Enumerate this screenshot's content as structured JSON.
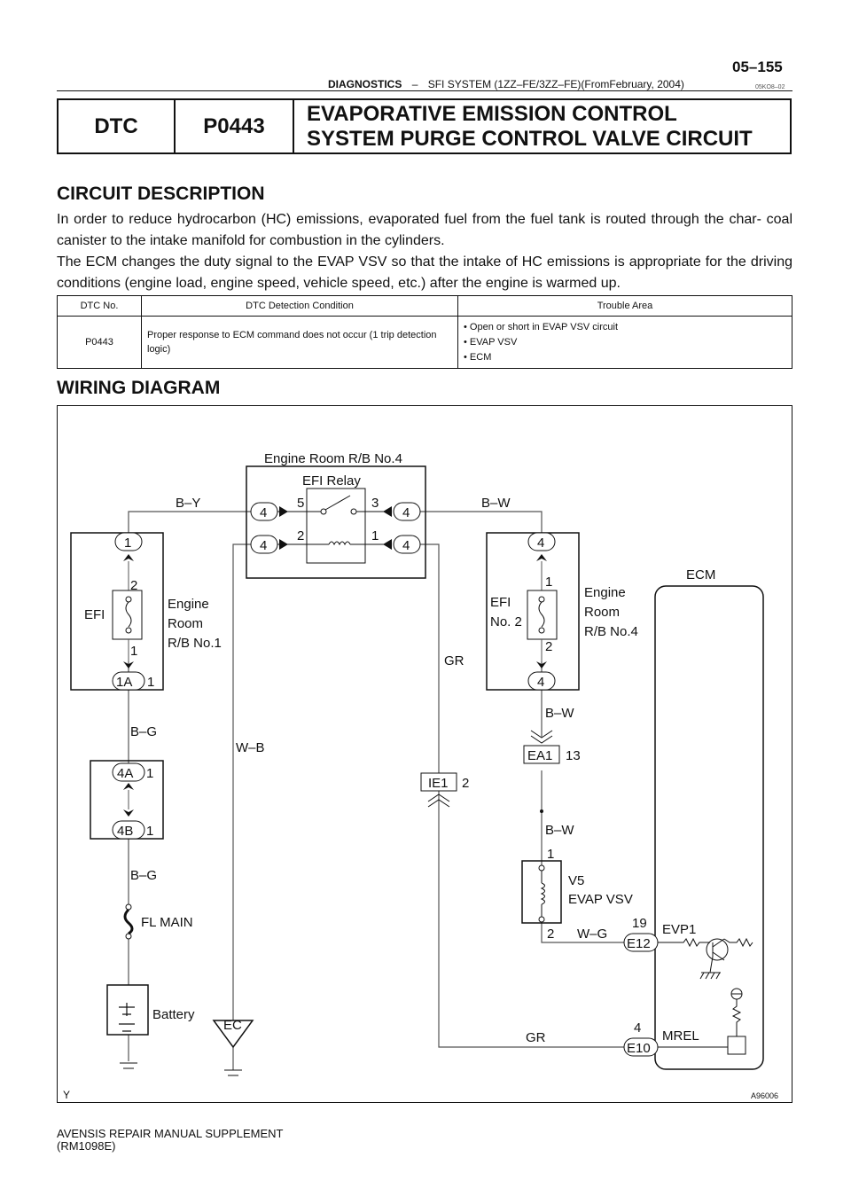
{
  "header": {
    "section": "DIAGNOSTICS",
    "dash": "–",
    "subtitle": "SFI SYSTEM (1ZZ–FE/3ZZ–FE)(FromFebruary, 2004)",
    "page_number": "05–155",
    "code": "05KO8–02"
  },
  "title": {
    "dtc_label": "DTC",
    "dtc_code": "P0443",
    "line1": "EVAPORATIVE EMISSION CONTROL",
    "line2": "SYSTEM PURGE CONTROL VALVE CIRCUIT"
  },
  "circuit_description": {
    "heading": "CIRCUIT DESCRIPTION",
    "paragraph1": "In order to reduce hydrocarbon (HC) emissions, evaporated fuel from the fuel tank is routed through the char- coal canister to the intake manifold for combustion in the cylinders.",
    "paragraph2": "The ECM changes the duty signal to the EVAP VSV so that the intake of HC emissions is appropriate for the driving conditions (engine load, engine speed, vehicle speed, etc.) after the engine is warmed up."
  },
  "dtc_table": {
    "headers": [
      "DTC No.",
      "DTC Detection Condition",
      "Trouble Area"
    ],
    "row": {
      "dtc_no": "P0443",
      "condition": "Proper response to ECM command does not occur (1 trip detection logic)",
      "trouble_areas": [
        "• Open or short in EVAP VSV circuit",
        "• EVAP VSV",
        "• ECM"
      ]
    }
  },
  "wiring": {
    "heading": "WIRING DIAGRAM",
    "labels": {
      "rb4_title": "Engine Room R/B No.4",
      "efi_relay": "EFI Relay",
      "by": "B–Y",
      "bw_top": "B–W",
      "efi": "EFI",
      "engine_room_rb1": [
        "Engine",
        "Room",
        "R/B No.1"
      ],
      "efi_no2": [
        "EFI",
        "No. 2"
      ],
      "engine_room_rb4": [
        "Engine",
        "Room",
        "R/B No.4"
      ],
      "ecm": "ECM",
      "gr_mid": "GR",
      "bg1": "B–G",
      "wb": "W–B",
      "bw_mid": "B–W",
      "ea1": "EA1",
      "ea1_pin": "13",
      "ie1": "IE1",
      "ie1_pin": "2",
      "bw_low": "B–W",
      "conn_4a": "4A",
      "conn_4b": "4B",
      "conn_1a": "1A",
      "bg2": "B–G",
      "v5": "V5",
      "evap_vsv": "EVAP VSV",
      "fl_main": "FL MAIN",
      "wg": "W–G",
      "e12": "E12",
      "e12_pin": "19",
      "evp1": "EVP1",
      "battery": "Battery",
      "ec": "EC",
      "gr_low": "GR",
      "e10": "E10",
      "e10_pin": "4",
      "mrel": "MREL",
      "y": "Y",
      "fig_code": "A96006",
      "p1": "1",
      "p2": "2",
      "p3": "3",
      "p4": "4",
      "p5": "5"
    }
  },
  "footer": {
    "line1": "AVENSIS REPAIR MANUAL SUPPLEMENT",
    "line2": "(RM1098E)"
  }
}
